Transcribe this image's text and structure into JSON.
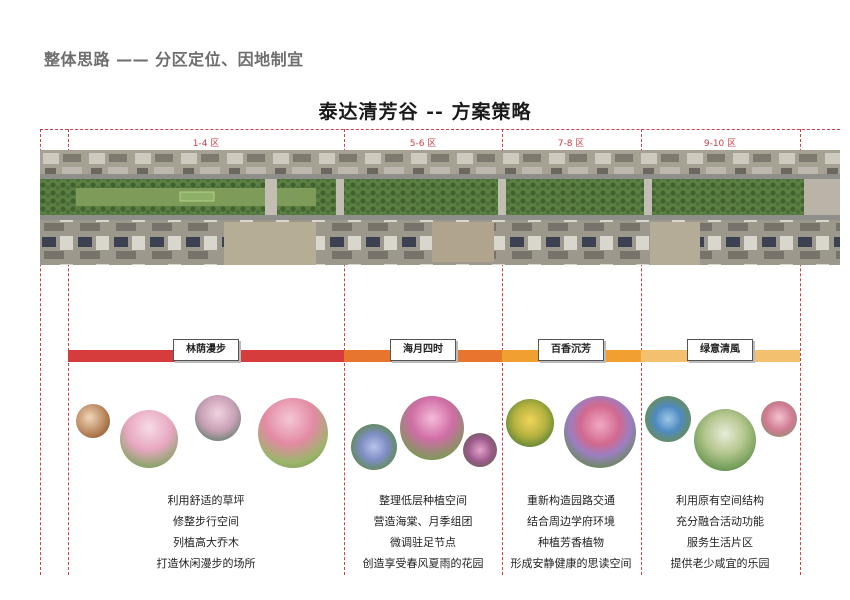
{
  "page_title": "整体思路 —— 分区定位、因地制宜",
  "headline": "泰达清芳谷 -- 方案策略",
  "zones": [
    {
      "label": "1-4 区"
    },
    {
      "label": "5-6 区"
    },
    {
      "label": "7-8 区"
    },
    {
      "label": "9-10 区"
    }
  ],
  "sections": [
    {
      "name": "林荫漫步",
      "color": "#d63c3c",
      "lines": [
        "利用舒适的草坪",
        "修整步行空间",
        "列植高大乔木",
        "打造休闲漫步的场所"
      ]
    },
    {
      "name": "海月四时",
      "color": "#e8752e",
      "lines": [
        "整理低层种植空间",
        "营造海棠、月季组团",
        "微调驻足节点",
        "创造享受春风夏雨的花园"
      ]
    },
    {
      "name": "百香沉芳",
      "color": "#f0a030",
      "lines": [
        "重新构造园路交通",
        "结合周边学府环境",
        "种植芳香植物",
        "形成安静健康的思读空间"
      ]
    },
    {
      "name": "绿意清風",
      "color": "#f3c070",
      "lines": [
        "利用原有空间结构",
        "充分融合活动功能",
        "服务生活片区",
        "提供老少咸宜的乐园"
      ]
    }
  ],
  "colors": {
    "accent": "#c8414b",
    "title_gray": "#6e6e6e"
  }
}
